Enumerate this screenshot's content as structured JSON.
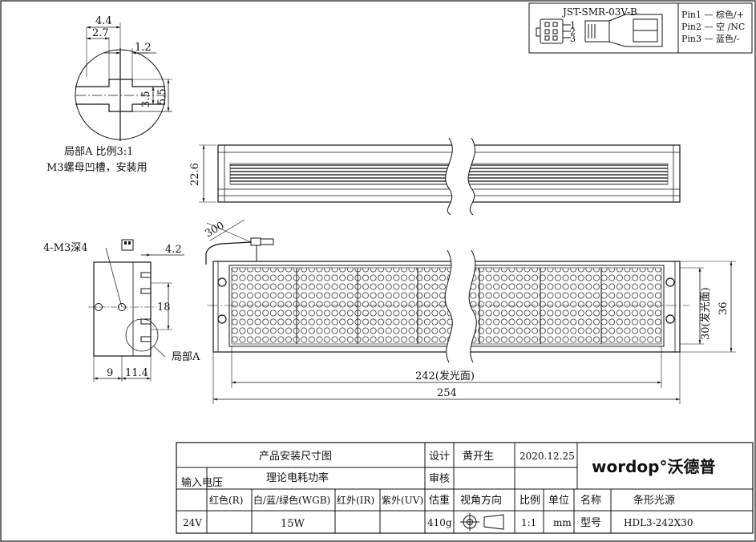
{
  "connector": {
    "model": "JST-SMR-03V-B",
    "pins": [
      "Pin1 — 棕色/+",
      "Pin2 — 空 /NC",
      "Pin3 — 蓝色/-"
    ],
    "pin_numbers": [
      "1",
      "2",
      "3"
    ]
  },
  "detail": {
    "dim_4_4": "4.4",
    "dim_2_7": "2.7",
    "dim_1_2": "1.2",
    "dim_3_5": "3.5",
    "dim_5_5": "5.5",
    "caption_line1": "局部A 比例3:1",
    "caption_line2": "M3螺母凹槽，安装用"
  },
  "top_view": {
    "dim_height": "22.6"
  },
  "side_view": {
    "hole_label": "4-M3深4",
    "dim_4_2": "4.2",
    "dim_18": "18",
    "dim_9": "9",
    "dim_11_4": "11.4",
    "detail_ref": "局部A"
  },
  "front_view": {
    "cable_length": "300",
    "dim_emit_height": "30(发光面)",
    "dim_height": "36",
    "dim_emit_length": "242(发光面)",
    "dim_length": "254"
  },
  "title_block": {
    "drawing_title": "产品安装尺寸图",
    "design_label": "设计",
    "designer": "黄开生",
    "date": "2020.12.25",
    "review_label": "审核",
    "input_voltage_label": "输入电压",
    "power_title": "理论电耗功率",
    "col_red": "红色(R)",
    "col_wbg": "白/蓝/绿色(WGB)",
    "col_ir": "红外(IR)",
    "col_uv": "紫外(UV)",
    "weight_label": "估重",
    "view_dir_label": "视角方向",
    "scale_label": "比例",
    "unit_label": "单位",
    "name_label": "名称",
    "name_value": "条形光源",
    "voltage_value": "24V",
    "power_value": "15W",
    "weight_value": "410g",
    "scale_value": "1:1",
    "unit_value": "mm",
    "model_label": "型号",
    "model_value": "HDL3-242X30",
    "logo_text": "wordop°沃德普"
  }
}
